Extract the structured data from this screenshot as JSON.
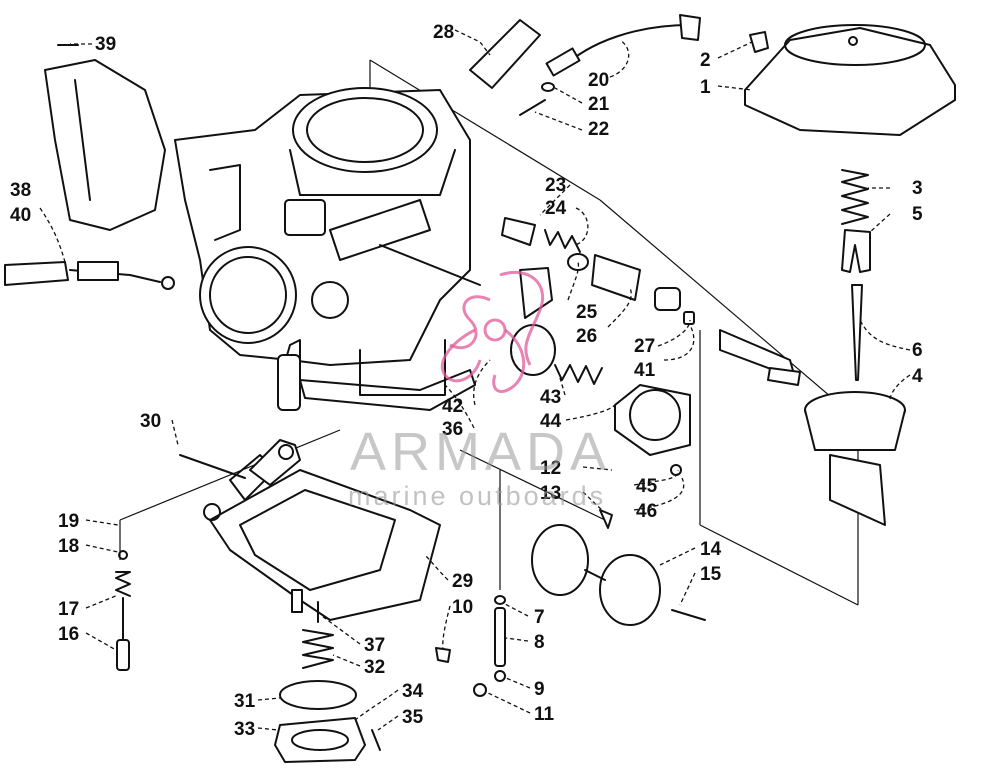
{
  "diagram": {
    "callouts": [
      {
        "id": "39",
        "text": "39"
      },
      {
        "id": "28",
        "text": "28"
      },
      {
        "id": "20",
        "text": "20"
      },
      {
        "id": "21",
        "text": "21"
      },
      {
        "id": "22",
        "text": "22"
      },
      {
        "id": "2",
        "text": "2"
      },
      {
        "id": "1",
        "text": "1"
      },
      {
        "id": "38",
        "text": "38"
      },
      {
        "id": "40",
        "text": "40"
      },
      {
        "id": "23",
        "text": "23"
      },
      {
        "id": "24",
        "text": "24"
      },
      {
        "id": "3",
        "text": "3"
      },
      {
        "id": "5",
        "text": "5"
      },
      {
        "id": "25",
        "text": "25"
      },
      {
        "id": "26",
        "text": "26"
      },
      {
        "id": "27",
        "text": "27"
      },
      {
        "id": "41",
        "text": "41"
      },
      {
        "id": "6",
        "text": "6"
      },
      {
        "id": "4",
        "text": "4"
      },
      {
        "id": "42",
        "text": "42"
      },
      {
        "id": "36",
        "text": "36"
      },
      {
        "id": "43",
        "text": "43"
      },
      {
        "id": "44",
        "text": "44"
      },
      {
        "id": "30",
        "text": "30"
      },
      {
        "id": "12",
        "text": "12"
      },
      {
        "id": "13",
        "text": "13"
      },
      {
        "id": "45",
        "text": "45"
      },
      {
        "id": "46",
        "text": "46"
      },
      {
        "id": "19",
        "text": "19"
      },
      {
        "id": "18",
        "text": "18"
      },
      {
        "id": "14",
        "text": "14"
      },
      {
        "id": "15",
        "text": "15"
      },
      {
        "id": "29",
        "text": "29"
      },
      {
        "id": "17",
        "text": "17"
      },
      {
        "id": "16",
        "text": "16"
      },
      {
        "id": "10",
        "text": "10"
      },
      {
        "id": "7",
        "text": "7"
      },
      {
        "id": "37",
        "text": "37"
      },
      {
        "id": "8",
        "text": "8"
      },
      {
        "id": "32",
        "text": "32"
      },
      {
        "id": "31",
        "text": "31"
      },
      {
        "id": "34",
        "text": "34"
      },
      {
        "id": "9",
        "text": "9"
      },
      {
        "id": "33",
        "text": "33"
      },
      {
        "id": "35",
        "text": "35"
      },
      {
        "id": "11",
        "text": "11"
      }
    ]
  },
  "watermark": {
    "brand": "ARMADA",
    "tagline": "marine outboards",
    "color": "#e05a9a"
  }
}
